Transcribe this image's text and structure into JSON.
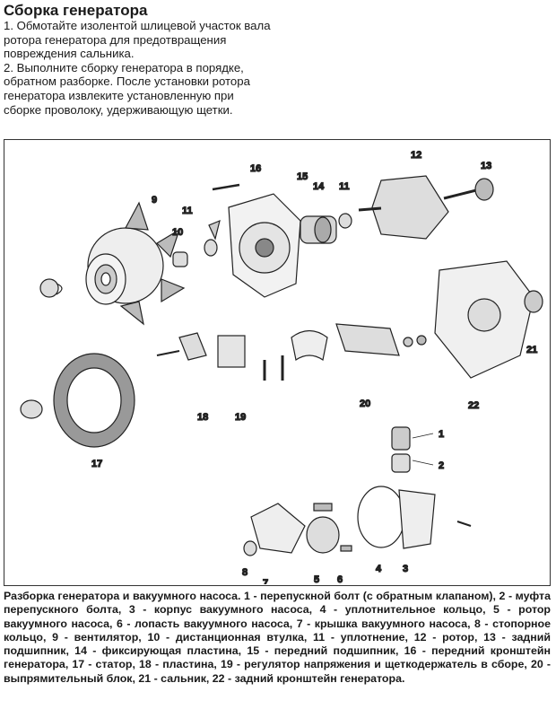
{
  "page": {
    "title": "Сборка генератора",
    "steps": [
      "1. Обмотайте изолентой шлицевой участок вала ротора генератора для предотвращения повреждения сальника.",
      "2. Выполните сборку генератора в порядке, обратном разборке. После установки ротора генератора извлеките установленную при сборке проволоку, удерживающую щетки."
    ]
  },
  "figure": {
    "labels": {
      "l1": "1",
      "l2": "2",
      "l3": "3",
      "l4": "4",
      "l5": "5",
      "l6": "6",
      "l7": "7",
      "l8": "8",
      "l9": "9",
      "l10": "10",
      "l11a": "11",
      "l11b": "11",
      "l12": "12",
      "l13": "13",
      "l14": "14",
      "l15": "15",
      "l16": "16",
      "l17": "17",
      "l18": "18",
      "l19": "19",
      "l20": "20",
      "l21": "21",
      "l22": "22"
    }
  },
  "caption": "Разборка генератора и вакуумного насоса. 1 - перепускной болт (с обратным клапаном), 2 - муфта перепускного болта, 3 - корпус вакуумного насоса, 4 - уплотнительное кольцо, 5 - ротор вакуумного насоса, 6 - лопасть вакуумного насоса, 7 - крышка вакуумного насоса, 8 - стопорное кольцо, 9 - вентилятор, 10 - дистанционная втулка, 11 - уплотнение, 12 - ротор, 13 - задний подшипник, 14 - фиксирующая пластина, 15 - передний подшипник, 16 - передний кронштейн генератора, 17 - статор, 18 - пластина, 19 - регулятор напряжения и щеткодержатель в сборе, 20 - выпрямительный блок, 21 - сальник, 22 - задний кронштейн генератора."
}
